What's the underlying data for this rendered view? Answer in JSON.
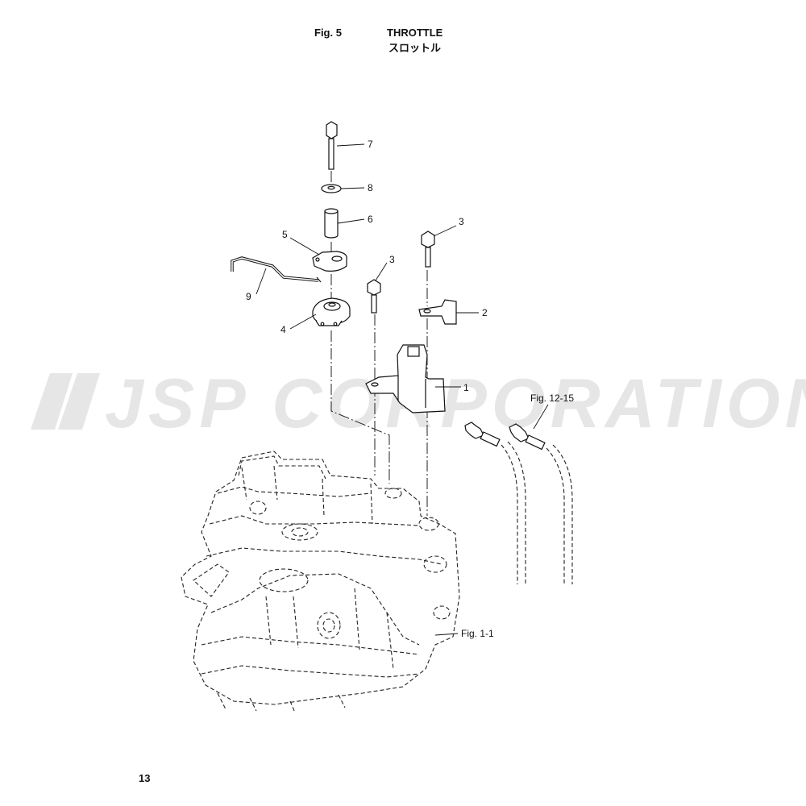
{
  "header": {
    "fig_number": "Fig. 5",
    "title_en": "THROTTLE",
    "title_jp": "スロットル"
  },
  "watermark": "JSP CORPORATION",
  "callouts": {
    "p1": "1",
    "p2": "2",
    "p3a": "3",
    "p3b": "3",
    "p4": "4",
    "p5": "5",
    "p6": "6",
    "p7": "7",
    "p8": "8",
    "p9": "9",
    "ref_cables": "Fig. 12-15",
    "ref_engine": "Fig. 1-1"
  },
  "page_number": "13"
}
